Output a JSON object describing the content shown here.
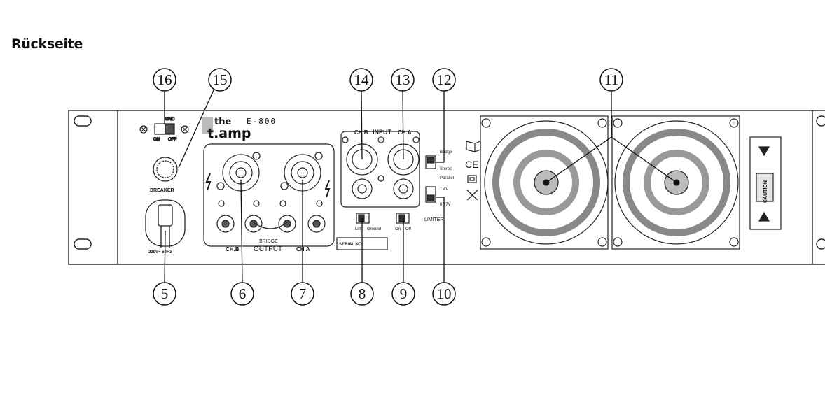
{
  "heading": "Rückseite",
  "brand": {
    "line1": "the",
    "line2": "t.amp",
    "model": "E-800"
  },
  "labels": {
    "gnd": "GND",
    "on": "ON",
    "off": "OFF",
    "breaker": "BREAKER",
    "power": "230V~ 50Hz",
    "output_ch_b": "CH.B",
    "output": "OUTPUT",
    "output_ch_a": "CH.A",
    "bridge": "BRIDGE",
    "input_ch_b": "CH.B",
    "input": "INPUT",
    "input_ch_a": "CH.A",
    "mode_bridge": "Bridge",
    "mode_stereo": "Stereo",
    "mode_parallel": "Parallel",
    "level_high": "1.4V",
    "level_low": "0.77V",
    "limiter": "LIMITER",
    "lift": "Lift",
    "ground": "Ground",
    "limiter_on": "On",
    "limiter_off": "Off",
    "serial": "SERIAL NO:",
    "ce": "CE",
    "caution": "CAUTION"
  },
  "callouts": {
    "c16": "16",
    "c15": "15",
    "c14": "14",
    "c13": "13",
    "c12": "12",
    "c11": "11",
    "c5": "5",
    "c6": "6",
    "c7": "7",
    "c8": "8",
    "c9": "9",
    "c10": "10"
  }
}
